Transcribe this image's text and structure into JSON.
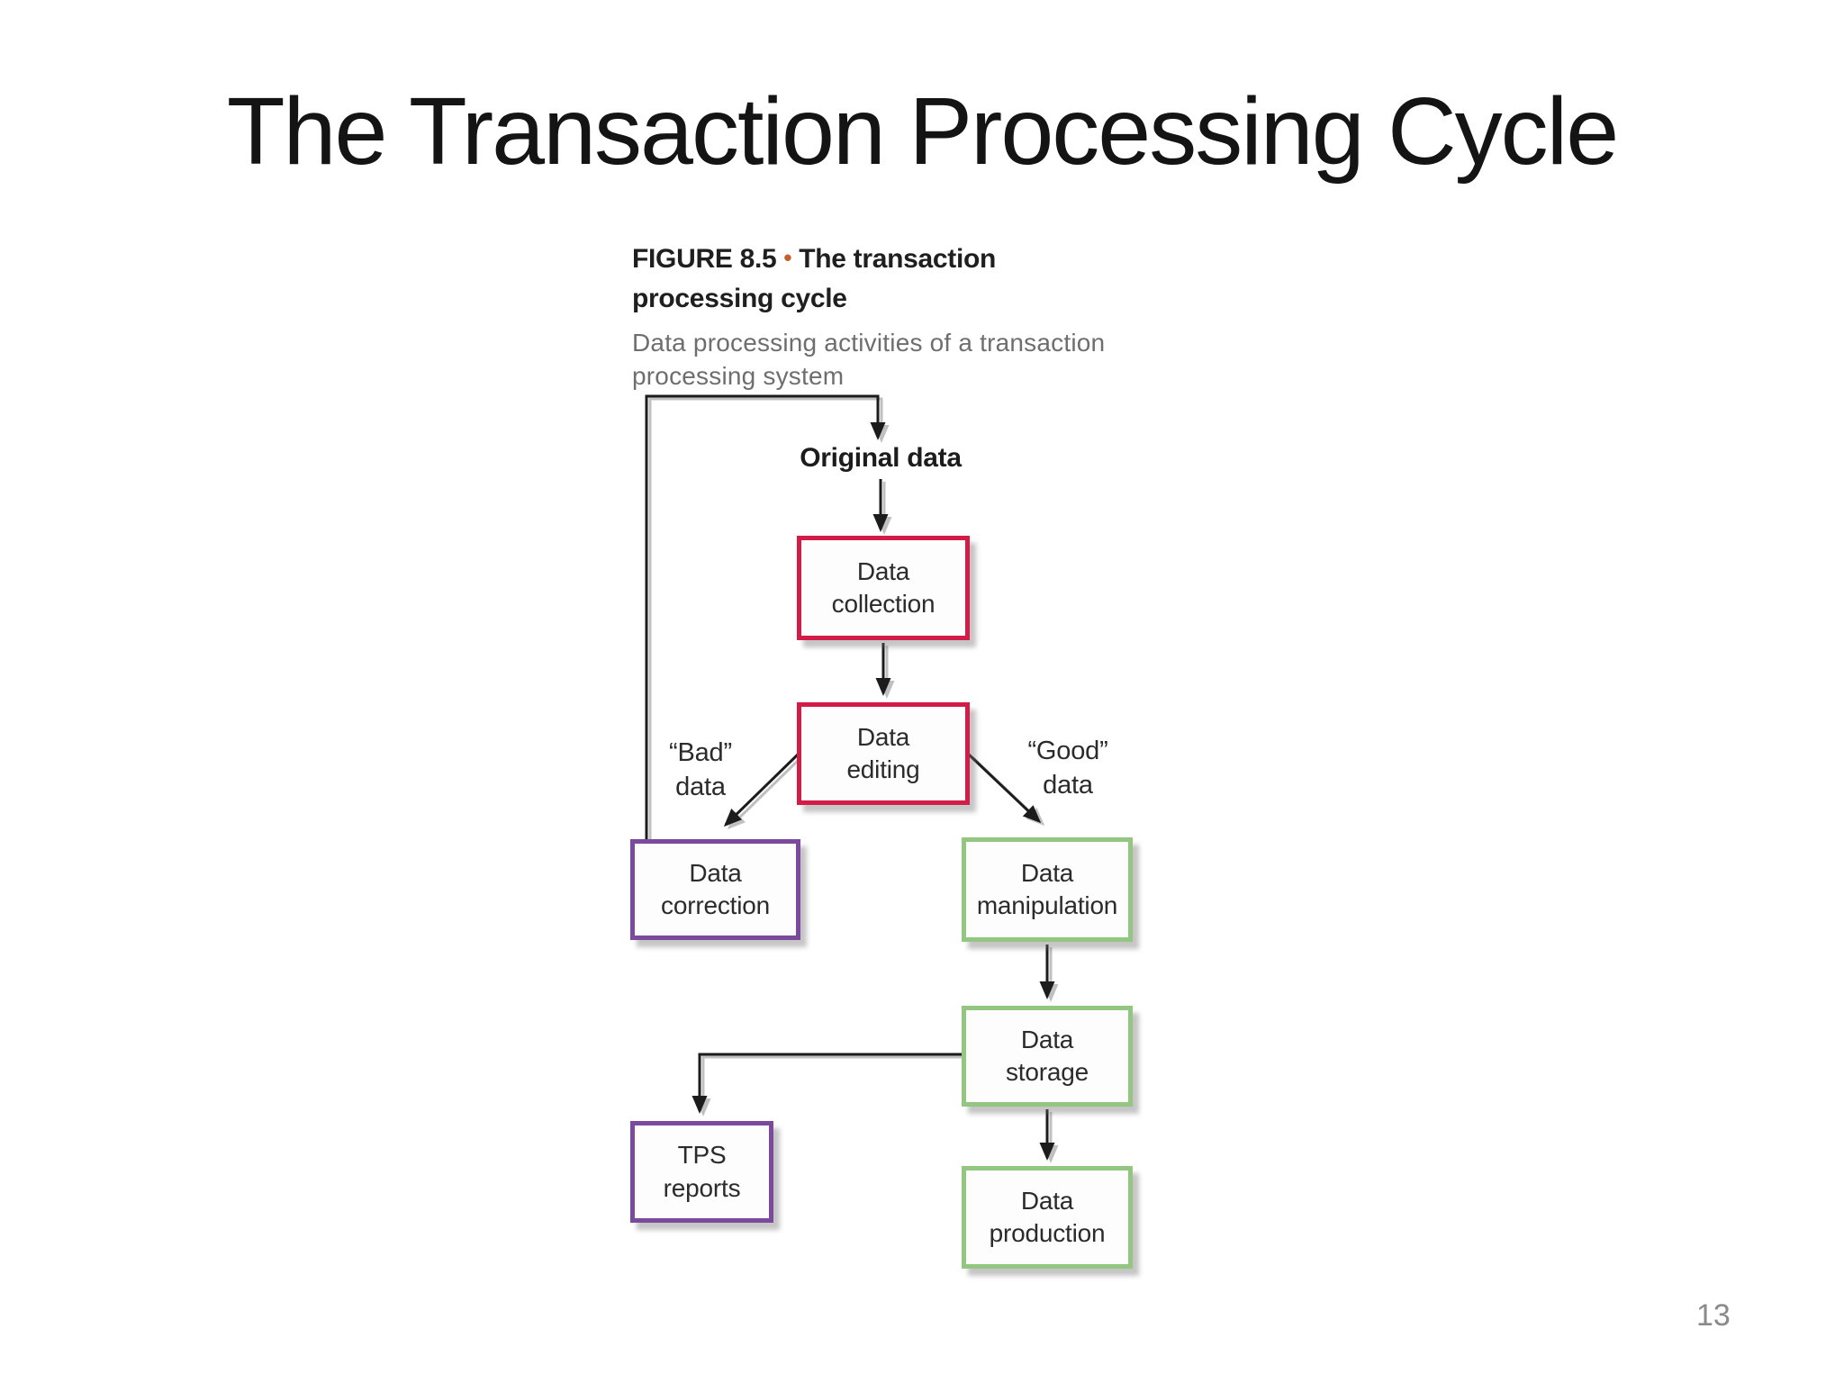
{
  "slide": {
    "title": "The Transaction Processing Cycle",
    "page_number": "13"
  },
  "figure": {
    "label": "FIGURE 8.5",
    "bullet": "•",
    "heading_line1": "The transaction",
    "heading_line2": "processing cycle",
    "description_line1": "Data processing activities of a transaction",
    "description_line2": "processing system"
  },
  "diagram": {
    "type": "flowchart",
    "nodes": [
      {
        "id": "original-data",
        "label": "Original data",
        "shape": "text-label"
      },
      {
        "id": "data-collection",
        "label": "Data collection",
        "border_color": "#d21c47"
      },
      {
        "id": "data-editing",
        "label": "Data editing",
        "border_color": "#d21c47"
      },
      {
        "id": "data-correction",
        "label": "Data correction",
        "border_color": "#7c4a9c"
      },
      {
        "id": "data-manipulation",
        "label": "Data manipulation",
        "border_color": "#92c681"
      },
      {
        "id": "data-storage",
        "label": "Data storage",
        "border_color": "#92c681"
      },
      {
        "id": "tps-reports",
        "label": "TPS reports",
        "border_color": "#7c4a9c"
      },
      {
        "id": "data-production",
        "label": "Data production",
        "border_color": "#92c681"
      }
    ],
    "edges": [
      {
        "from": "original-data",
        "to": "data-collection",
        "label": ""
      },
      {
        "from": "data-collection",
        "to": "data-editing",
        "label": ""
      },
      {
        "from": "data-editing",
        "to": "data-correction",
        "label": "“Bad” data"
      },
      {
        "from": "data-editing",
        "to": "data-manipulation",
        "label": "“Good” data"
      },
      {
        "from": "data-correction",
        "to": "original-data",
        "label": ""
      },
      {
        "from": "data-manipulation",
        "to": "data-storage",
        "label": ""
      },
      {
        "from": "data-storage",
        "to": "tps-reports",
        "label": ""
      },
      {
        "from": "data-storage",
        "to": "data-production",
        "label": ""
      }
    ],
    "colors": {
      "box_red": "#d21c47",
      "box_purple": "#7c4a9c",
      "box_green": "#92c681",
      "caption_bullet_orange": "#c45f27",
      "connector": "#1c1c1c",
      "connector_shadow": "#c0c0c0",
      "node_text": "#2b2b2b",
      "caption_text": "#1f1f1f",
      "caption_description_gray": "#6e6e6e",
      "page_number_gray": "#8a8a8a"
    }
  }
}
